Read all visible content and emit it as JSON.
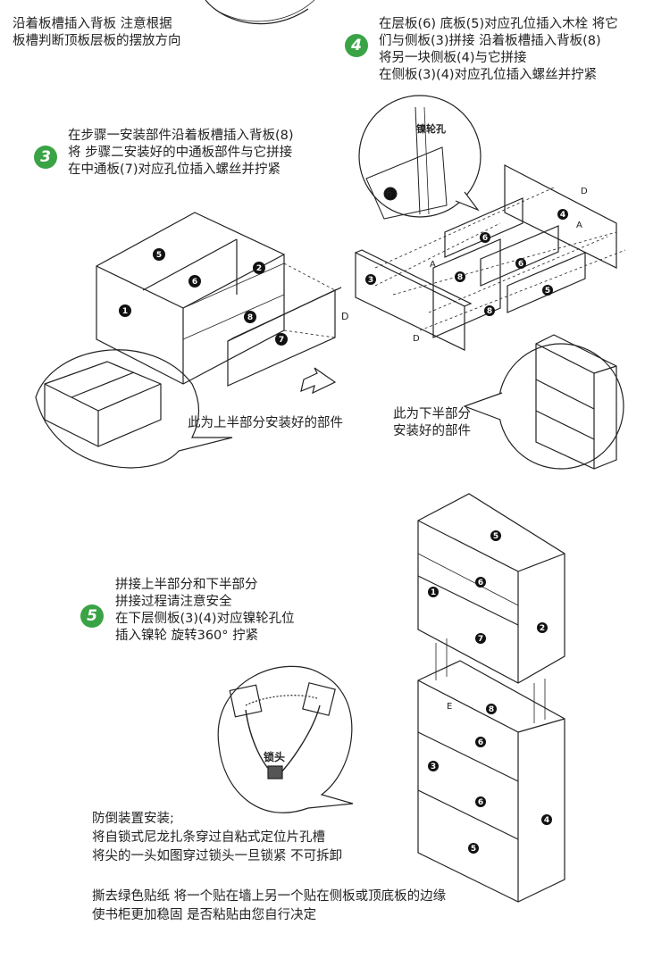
{
  "step_top_left": {
    "lines": [
      "沿着板槽插入背板 注意根据",
      "板槽判断顶板层板的摆放方向"
    ]
  },
  "step4": {
    "badge": "4",
    "lines": [
      "在层板(6) 底板(5)对应孔位插入木栓 将它",
      "们与侧板(3)拼接 沿着板槽插入背板(8)",
      "将另一块侧板(4)与它拼接",
      "在侧板(3)(4)对应孔位插入螺丝并拧紧"
    ]
  },
  "step3": {
    "badge": "3",
    "lines": [
      "在步骤一安装部件沿着板槽插入背板(8)",
      "将 步骤二安装好的中通板部件与它拼接",
      "在中通板(7)对应孔位插入螺丝并拧紧"
    ]
  },
  "upper_caption": "此为上半部分安装好的部件",
  "lower_caption": [
    "此为下半部分",
    "安装好的部件"
  ],
  "step5": {
    "badge": "5",
    "lines": [
      "拼接上半部分和下半部分",
      "拼接过程请注意安全",
      "在下层侧板(3)(4)对应镍轮孔位",
      "插入镍轮 旋转360° 拧紧"
    ]
  },
  "anti_tip": {
    "lines": [
      "防倒装置安装;",
      "将自锁式尼龙扎条穿过自粘式定位片孔槽",
      "将尖的一头如图穿过锁头一旦锁紧 不可拆卸"
    ]
  },
  "sticker_note": {
    "lines": [
      "撕去绿色贴纸 将一个贴在墙上另一个贴在侧板或顶底板的边缘",
      "使书柜更加稳固 是否粘贴由您自行决定"
    ]
  },
  "diagram_labels": {
    "cam_hole": "镍轮孔",
    "lock_head": "锁头",
    "letter_d": "D",
    "letter_a": "A",
    "letter_e": "E",
    "n1": "1",
    "n2": "2",
    "n3": "3",
    "n4": "4",
    "n5": "5",
    "n6": "6",
    "n7": "7",
    "n8": "8"
  }
}
